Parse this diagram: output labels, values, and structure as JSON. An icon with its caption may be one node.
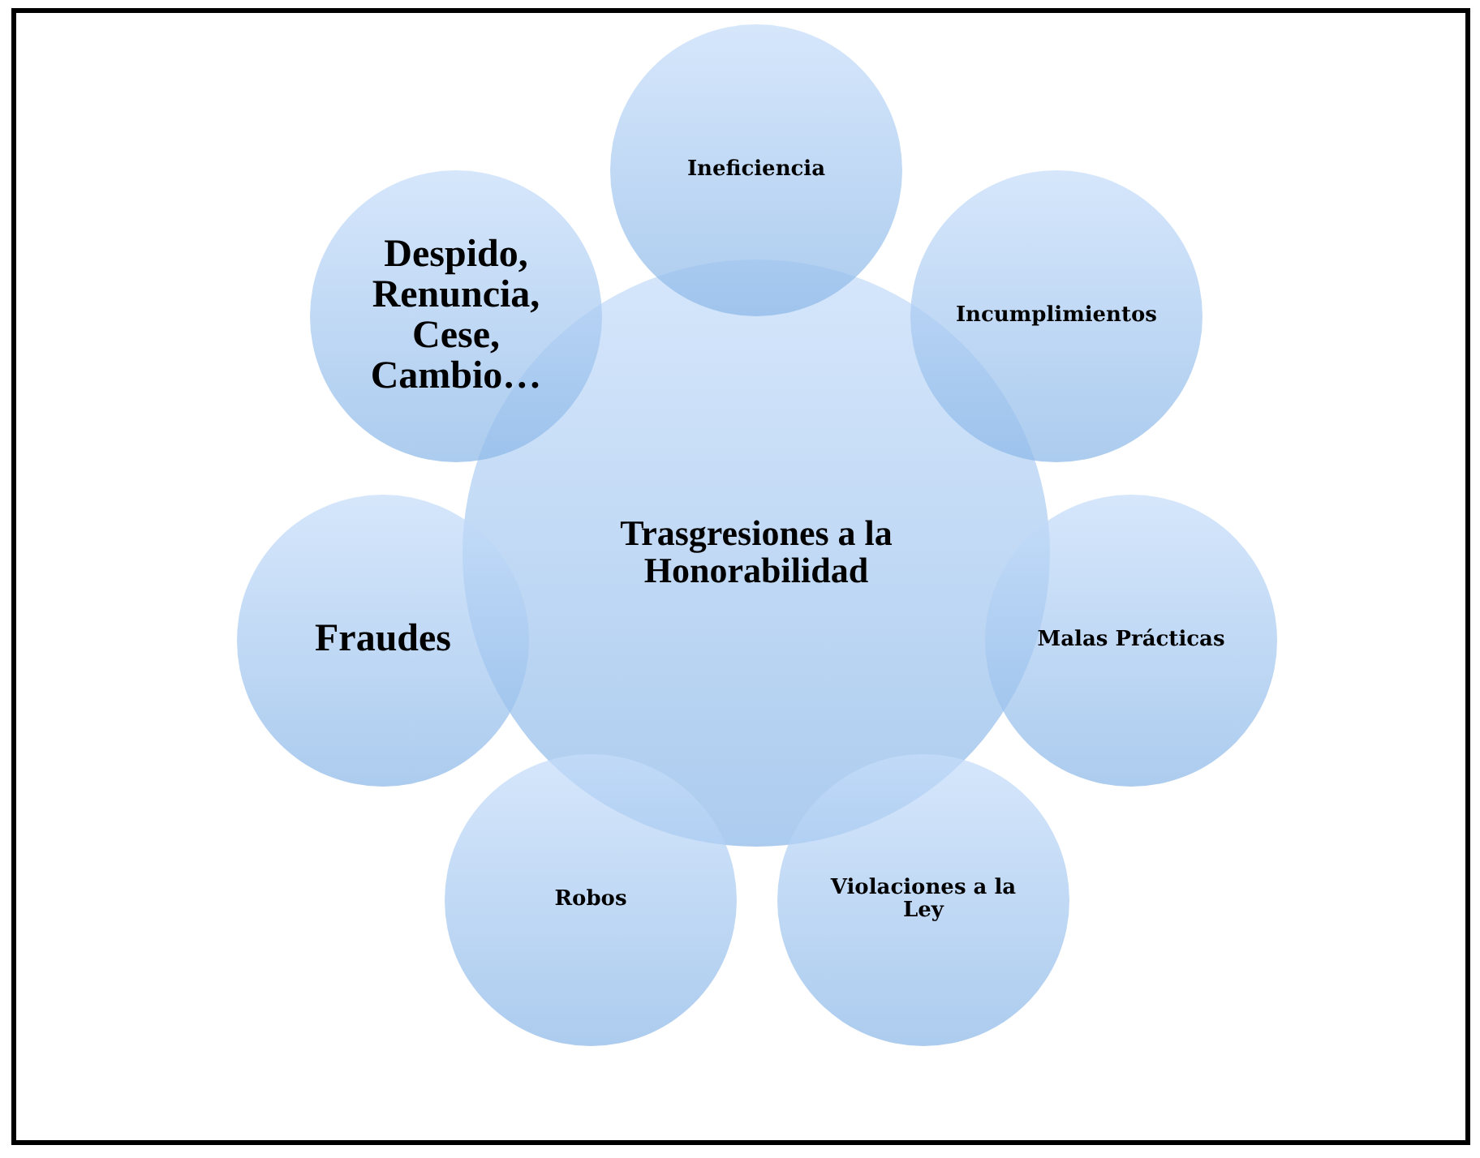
{
  "diagram": {
    "nodes": [
      {
        "text": [
          "Trasgresiones a la Honorabilidad"
        ]
      },
      {
        "text": [
          "Ineficiencia"
        ]
      },
      {
        "text": [
          "Incumplimientos"
        ]
      },
      {
        "text": [
          "Malas Prácticas"
        ]
      },
      {
        "text": [
          "Violaciones a la Ley"
        ]
      },
      {
        "text": [
          "Robos"
        ]
      },
      {
        "text": [
          "Fraudes"
        ]
      },
      {
        "text": [
          "Despido, Renuncia, Cese, Cambio…"
        ]
      }
    ]
  }
}
